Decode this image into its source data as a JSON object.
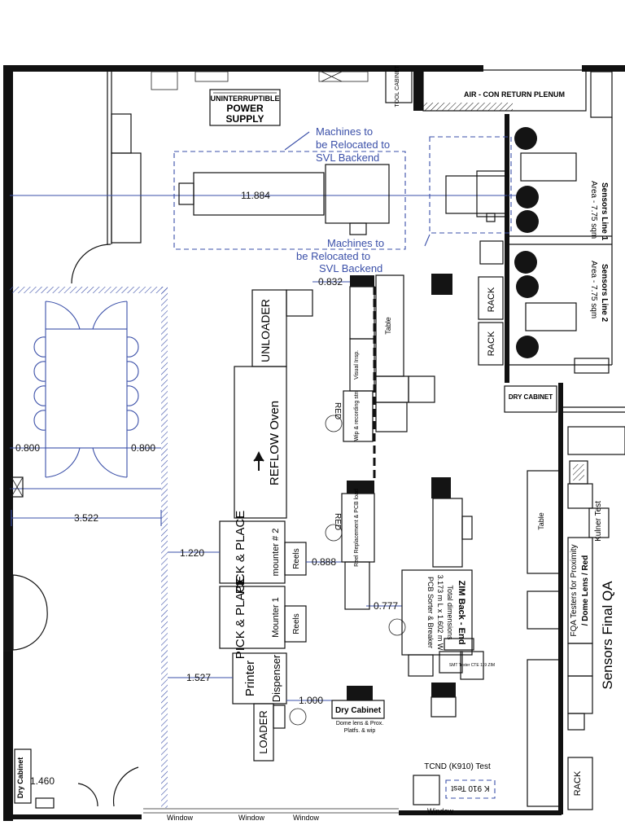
{
  "labels": {
    "ups_line1": "UNINTERRUPTIBLE",
    "ups_line2": "POWER",
    "ups_line3": "SUPPLY",
    "air_plenum": "AIR - CON RETURN PLENUM",
    "tool_cabinet": "TOOL CABINET",
    "relocate_upper_1": "Machines to",
    "relocate_upper_2": "be Relocated to",
    "relocate_upper_3": "SVL Backend",
    "relocate_lower_1": "Machines to",
    "relocate_lower_2": "be Relocated to",
    "relocate_lower_3": "SVL Backend",
    "unloader": "UNLOADER",
    "reflow_oven": "REFLOW Oven",
    "pick_place_1": "PICK & PLACE",
    "mounter_2": "mounter # 2",
    "pick_place_2": "PICK & PLACE",
    "mounter_1": "Mounter 1",
    "printer": "Printer",
    "dispenser": "Dispenser",
    "loader": "LOADER",
    "reels_1": "Reels",
    "reels_2": "Reels",
    "table_1": "Table",
    "table_2": "Table",
    "rack_1": "RACK",
    "rack_2": "RACK",
    "rack_3": "RACK",
    "dry_cabinet_right": "DRY CABINET",
    "dry_cabinet_bottom": "Dry Cabinet",
    "dry_cabinet_bottom_sub1": "Dome lens & Prox.",
    "dry_cabinet_bottom_sub2": "Platfs. & wip",
    "dry_cabinet_left": "Dry Cabinet",
    "sensors_line_1": "Sensors Line 1",
    "sensors_line_1_area": "Area - 7.75 sqm",
    "sensors_line_2": "Sensors Line 2",
    "sensors_line_2_area": "Area - 7.75 sqm",
    "sensors_final_qa": "Sensors Final QA",
    "fqa_testers_1": "FQA Testers for Proximity",
    "fqa_testers_2": "/ Dome Lens / Red",
    "zim_1": "ZIM Back - End",
    "zim_2": "Total dimensions",
    "zim_3": "3.173 m L x 1.602 m W",
    "zim_4": "PCB Sorter & Breaker",
    "tcnd_test": "TCND (K910) Test",
    "k910_test": "K 910 Test",
    "red_1": "RED",
    "red_2": "RED",
    "kulner_test": "Kulner Test",
    "window_1": "Window",
    "window_2": "Window",
    "window_3": "Window",
    "window_4": "Window",
    "reel_replacement": "Reel Replacement & PCB load",
    "wip_recording": "Wip & recording stn",
    "visual_insp": "Visual Insp.",
    "smt_test": "SMT Tester CTE 119 ZIM"
  },
  "dimensions": {
    "d_11884": "11.884",
    "d_0832": "0.832",
    "d_0800_left": "0.800",
    "d_0800_right": "0.800",
    "d_3522": "3.522",
    "d_1220": "1.220",
    "d_0888": "0.888",
    "d_0777": "0.777",
    "d_1527": "1.527",
    "d_1000": "1.000",
    "d_1460": "1.460"
  },
  "colors": {
    "ink": "#111111",
    "dimension_blue": "#3a4fa8"
  }
}
